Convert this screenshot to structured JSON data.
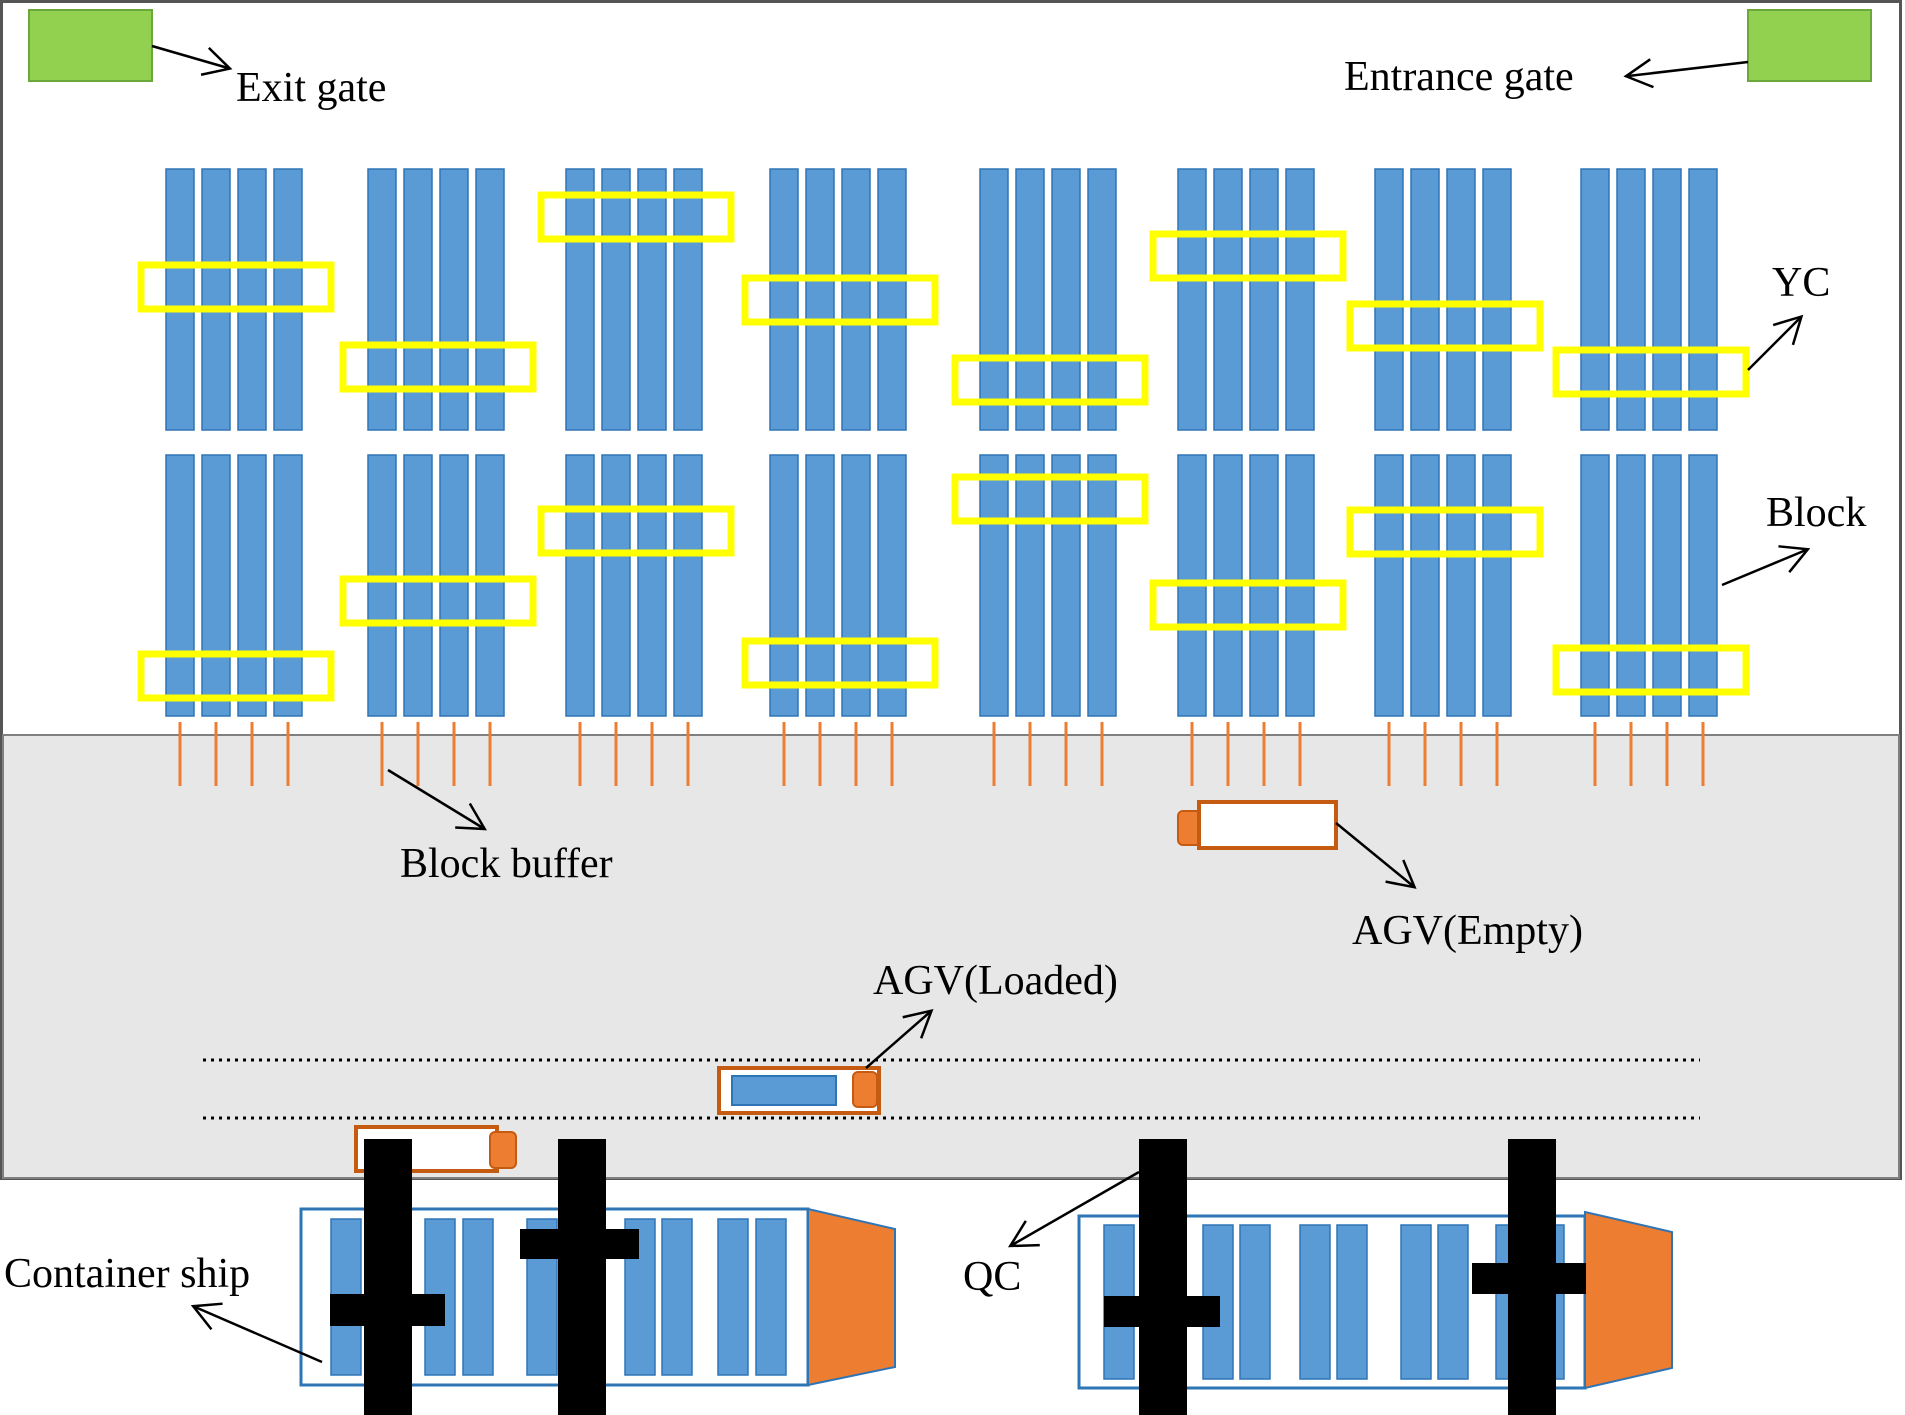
{
  "labels": {
    "exit_gate": "Exit gate",
    "entrance_gate": "Entrance gate",
    "yc": "YC",
    "block": "Block",
    "block_buffer": "Block buffer",
    "agv_empty": "AGV(Empty)",
    "agv_loaded": "AGV(Loaded)",
    "container_ship": "Container ship",
    "qc": "QC"
  },
  "colors": {
    "gate": "#92d050",
    "block": "#5b9bd5",
    "block_border": "#2e75b6",
    "yc": "#ffff00",
    "buffer": "#ed7d31",
    "agv": "#ed7d31",
    "agv_border": "#c55a11",
    "apron": "#e7e7e7",
    "ship_border": "#2e75b6",
    "ship_bow": "#ed7d31",
    "qc": "#000000"
  },
  "icons": {
    "gate": "green-rectangle",
    "yard_block": "blue-striped-rectangle",
    "yard_crane": "yellow-frame",
    "block_buffer": "orange-line",
    "agv": "orange-vehicle",
    "quay_crane": "black-cross",
    "container_ship": "ship-outline"
  }
}
